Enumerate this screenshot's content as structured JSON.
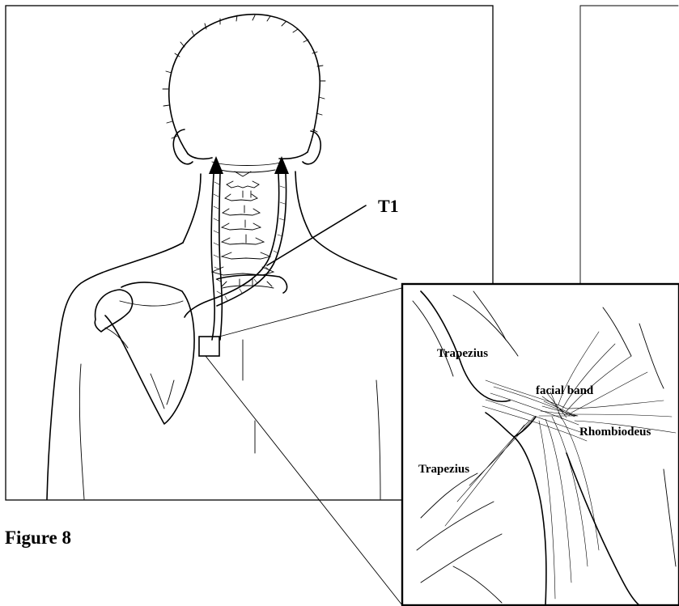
{
  "figure": {
    "caption": "Figure 8",
    "labels": {
      "t1": "T1",
      "trapezius_upper": "Trapezius",
      "trapezius_lower": "Trapezius",
      "facial_band": "facial band",
      "rhombiodeus": "Rhombiodeus"
    },
    "icons": [
      "head-outline-icon",
      "cervical-spine-icon",
      "arrow-up-icon",
      "scapula-icon",
      "magnifier-box-icon"
    ]
  }
}
